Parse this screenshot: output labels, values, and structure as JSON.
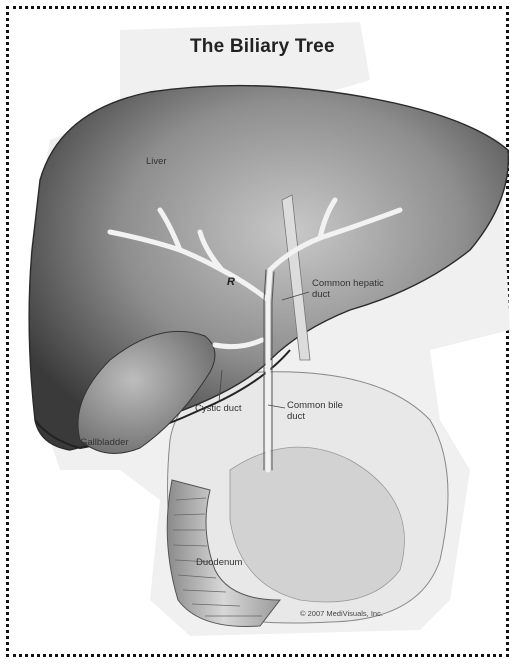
{
  "title": "The Biliary Tree",
  "labels": {
    "liver": "Liver",
    "right": "R",
    "common_hepatic": "Common hepatic duct",
    "cystic": "Cystic duct",
    "common_bile": "Common bile duct",
    "gallbladder": "Gallbladder",
    "duodenum": "Duodenum"
  },
  "credit": "© 2007 MediVisuals, Inc."
}
